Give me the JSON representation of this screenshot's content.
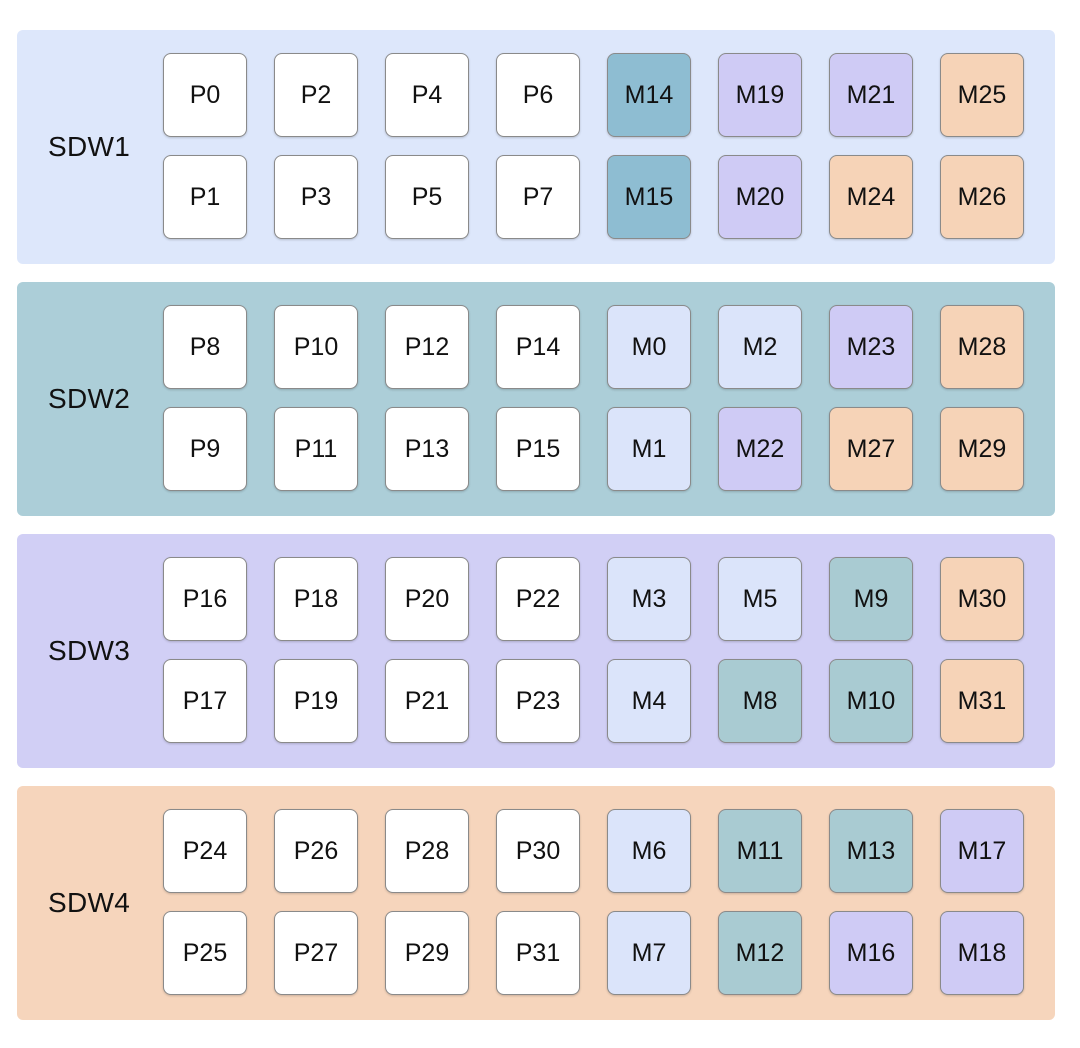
{
  "colors": {
    "band": {
      "light-blue": "#dde7fb",
      "teal": "#acced8",
      "lavender": "#d1cff5",
      "peach": "#f6d5bc"
    },
    "tile": {
      "white": "#ffffff",
      "light-blue": "#dbe4fa",
      "steel-blue": "#8ebdd2",
      "teal": "#a9cbd2",
      "lavender": "#cfcbf5",
      "peach": "#f6d3b7"
    }
  },
  "groups": [
    {
      "label": "SDW1",
      "color": "light-blue",
      "rows": [
        [
          {
            "text": "P0",
            "color": "white"
          },
          {
            "text": "P2",
            "color": "white"
          },
          {
            "text": "P4",
            "color": "white"
          },
          {
            "text": "P6",
            "color": "white"
          },
          {
            "text": "M14",
            "color": "steel-blue"
          },
          {
            "text": "M19",
            "color": "lavender"
          },
          {
            "text": "M21",
            "color": "lavender"
          },
          {
            "text": "M25",
            "color": "peach"
          }
        ],
        [
          {
            "text": "P1",
            "color": "white"
          },
          {
            "text": "P3",
            "color": "white"
          },
          {
            "text": "P5",
            "color": "white"
          },
          {
            "text": "P7",
            "color": "white"
          },
          {
            "text": "M15",
            "color": "steel-blue"
          },
          {
            "text": "M20",
            "color": "lavender"
          },
          {
            "text": "M24",
            "color": "peach"
          },
          {
            "text": "M26",
            "color": "peach"
          }
        ]
      ]
    },
    {
      "label": "SDW2",
      "color": "teal",
      "rows": [
        [
          {
            "text": "P8",
            "color": "white"
          },
          {
            "text": "P10",
            "color": "white"
          },
          {
            "text": "P12",
            "color": "white"
          },
          {
            "text": "P14",
            "color": "white"
          },
          {
            "text": "M0",
            "color": "light-blue"
          },
          {
            "text": "M2",
            "color": "light-blue"
          },
          {
            "text": "M23",
            "color": "lavender"
          },
          {
            "text": "M28",
            "color": "peach"
          }
        ],
        [
          {
            "text": "P9",
            "color": "white"
          },
          {
            "text": "P11",
            "color": "white"
          },
          {
            "text": "P13",
            "color": "white"
          },
          {
            "text": "P15",
            "color": "white"
          },
          {
            "text": "M1",
            "color": "light-blue"
          },
          {
            "text": "M22",
            "color": "lavender"
          },
          {
            "text": "M27",
            "color": "peach"
          },
          {
            "text": "M29",
            "color": "peach"
          }
        ]
      ]
    },
    {
      "label": "SDW3",
      "color": "lavender",
      "rows": [
        [
          {
            "text": "P16",
            "color": "white"
          },
          {
            "text": "P18",
            "color": "white"
          },
          {
            "text": "P20",
            "color": "white"
          },
          {
            "text": "P22",
            "color": "white"
          },
          {
            "text": "M3",
            "color": "light-blue"
          },
          {
            "text": "M5",
            "color": "light-blue"
          },
          {
            "text": "M9",
            "color": "teal"
          },
          {
            "text": "M30",
            "color": "peach"
          }
        ],
        [
          {
            "text": "P17",
            "color": "white"
          },
          {
            "text": "P19",
            "color": "white"
          },
          {
            "text": "P21",
            "color": "white"
          },
          {
            "text": "P23",
            "color": "white"
          },
          {
            "text": "M4",
            "color": "light-blue"
          },
          {
            "text": "M8",
            "color": "teal"
          },
          {
            "text": "M10",
            "color": "teal"
          },
          {
            "text": "M31",
            "color": "peach"
          }
        ]
      ]
    },
    {
      "label": "SDW4",
      "color": "peach",
      "rows": [
        [
          {
            "text": "P24",
            "color": "white"
          },
          {
            "text": "P26",
            "color": "white"
          },
          {
            "text": "P28",
            "color": "white"
          },
          {
            "text": "P30",
            "color": "white"
          },
          {
            "text": "M6",
            "color": "light-blue"
          },
          {
            "text": "M11",
            "color": "teal"
          },
          {
            "text": "M13",
            "color": "teal"
          },
          {
            "text": "M17",
            "color": "lavender"
          }
        ],
        [
          {
            "text": "P25",
            "color": "white"
          },
          {
            "text": "P27",
            "color": "white"
          },
          {
            "text": "P29",
            "color": "white"
          },
          {
            "text": "P31",
            "color": "white"
          },
          {
            "text": "M7",
            "color": "light-blue"
          },
          {
            "text": "M12",
            "color": "teal"
          },
          {
            "text": "M16",
            "color": "lavender"
          },
          {
            "text": "M18",
            "color": "lavender"
          }
        ]
      ]
    }
  ]
}
